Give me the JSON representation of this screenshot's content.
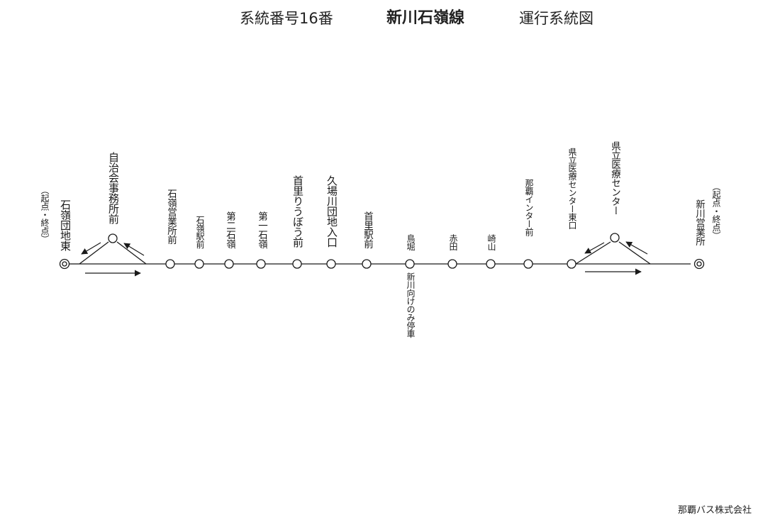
{
  "header": {
    "route_number": "系統番号16番",
    "route_name": "新川石嶺線",
    "diagram_kind": "運行系統図"
  },
  "terminals": {
    "west": {
      "name": "石嶺団地東",
      "note": "（起点・終点）"
    },
    "east": {
      "name": "新川営業所",
      "note": "（起点・終点）"
    }
  },
  "loops": {
    "west_loop_stop": "自治会事務所前",
    "east_loop_stop": "県立医療センター"
  },
  "stops": [
    "石嶺営業所前",
    "石嶺駅前",
    "第二石嶺",
    "第一石嶺",
    "首里りうぼう前",
    "久場川団地入口",
    "首里駅前",
    "鳥堀",
    "赤田",
    "崎山",
    "那覇インター前",
    "県立医療センター東口"
  ],
  "stop_notes": {
    "torihori": "新川向けのみ停車"
  },
  "footer": {
    "company": "那覇バス株式会社"
  },
  "colors": {
    "ink": "#1a1a1a",
    "paper": "#ffffff"
  }
}
